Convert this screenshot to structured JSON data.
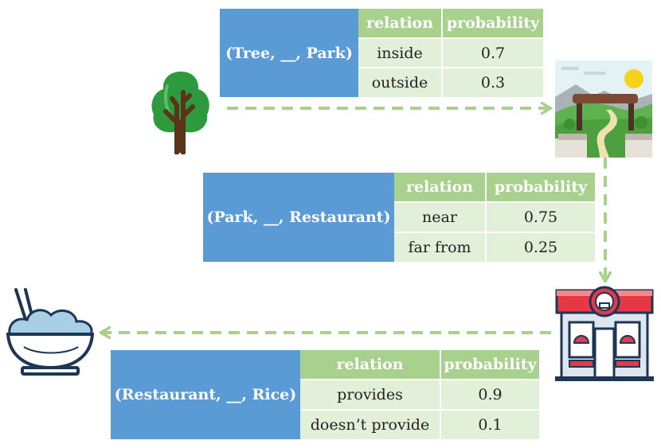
{
  "colors": {
    "label_bg": "#5B9BD5",
    "header_bg": "#A9D18E",
    "row_bg": "#E2EFD9",
    "arrow": "#A9D18E"
  },
  "icons": [
    "tree-icon",
    "park-icon",
    "restaurant-icon",
    "rice-bowl-icon"
  ],
  "tables": [
    {
      "label": "(Tree, __, Park)",
      "headers": [
        "relation",
        "probability"
      ],
      "rows": [
        {
          "relation": "inside",
          "probability": "0.7"
        },
        {
          "relation": "outside",
          "probability": "0.3"
        }
      ]
    },
    {
      "label": "(Park, __, Restaurant)",
      "headers": [
        "relation",
        "probability"
      ],
      "rows": [
        {
          "relation": "near",
          "probability": "0.75"
        },
        {
          "relation": "far from",
          "probability": "0.25"
        }
      ]
    },
    {
      "label": "(Restaurant, __, Rice)",
      "headers": [
        "relation",
        "probability"
      ],
      "rows": [
        {
          "relation": "provides",
          "probability": "0.9"
        },
        {
          "relation": "doesn’t provide",
          "probability": "0.1"
        }
      ]
    }
  ]
}
